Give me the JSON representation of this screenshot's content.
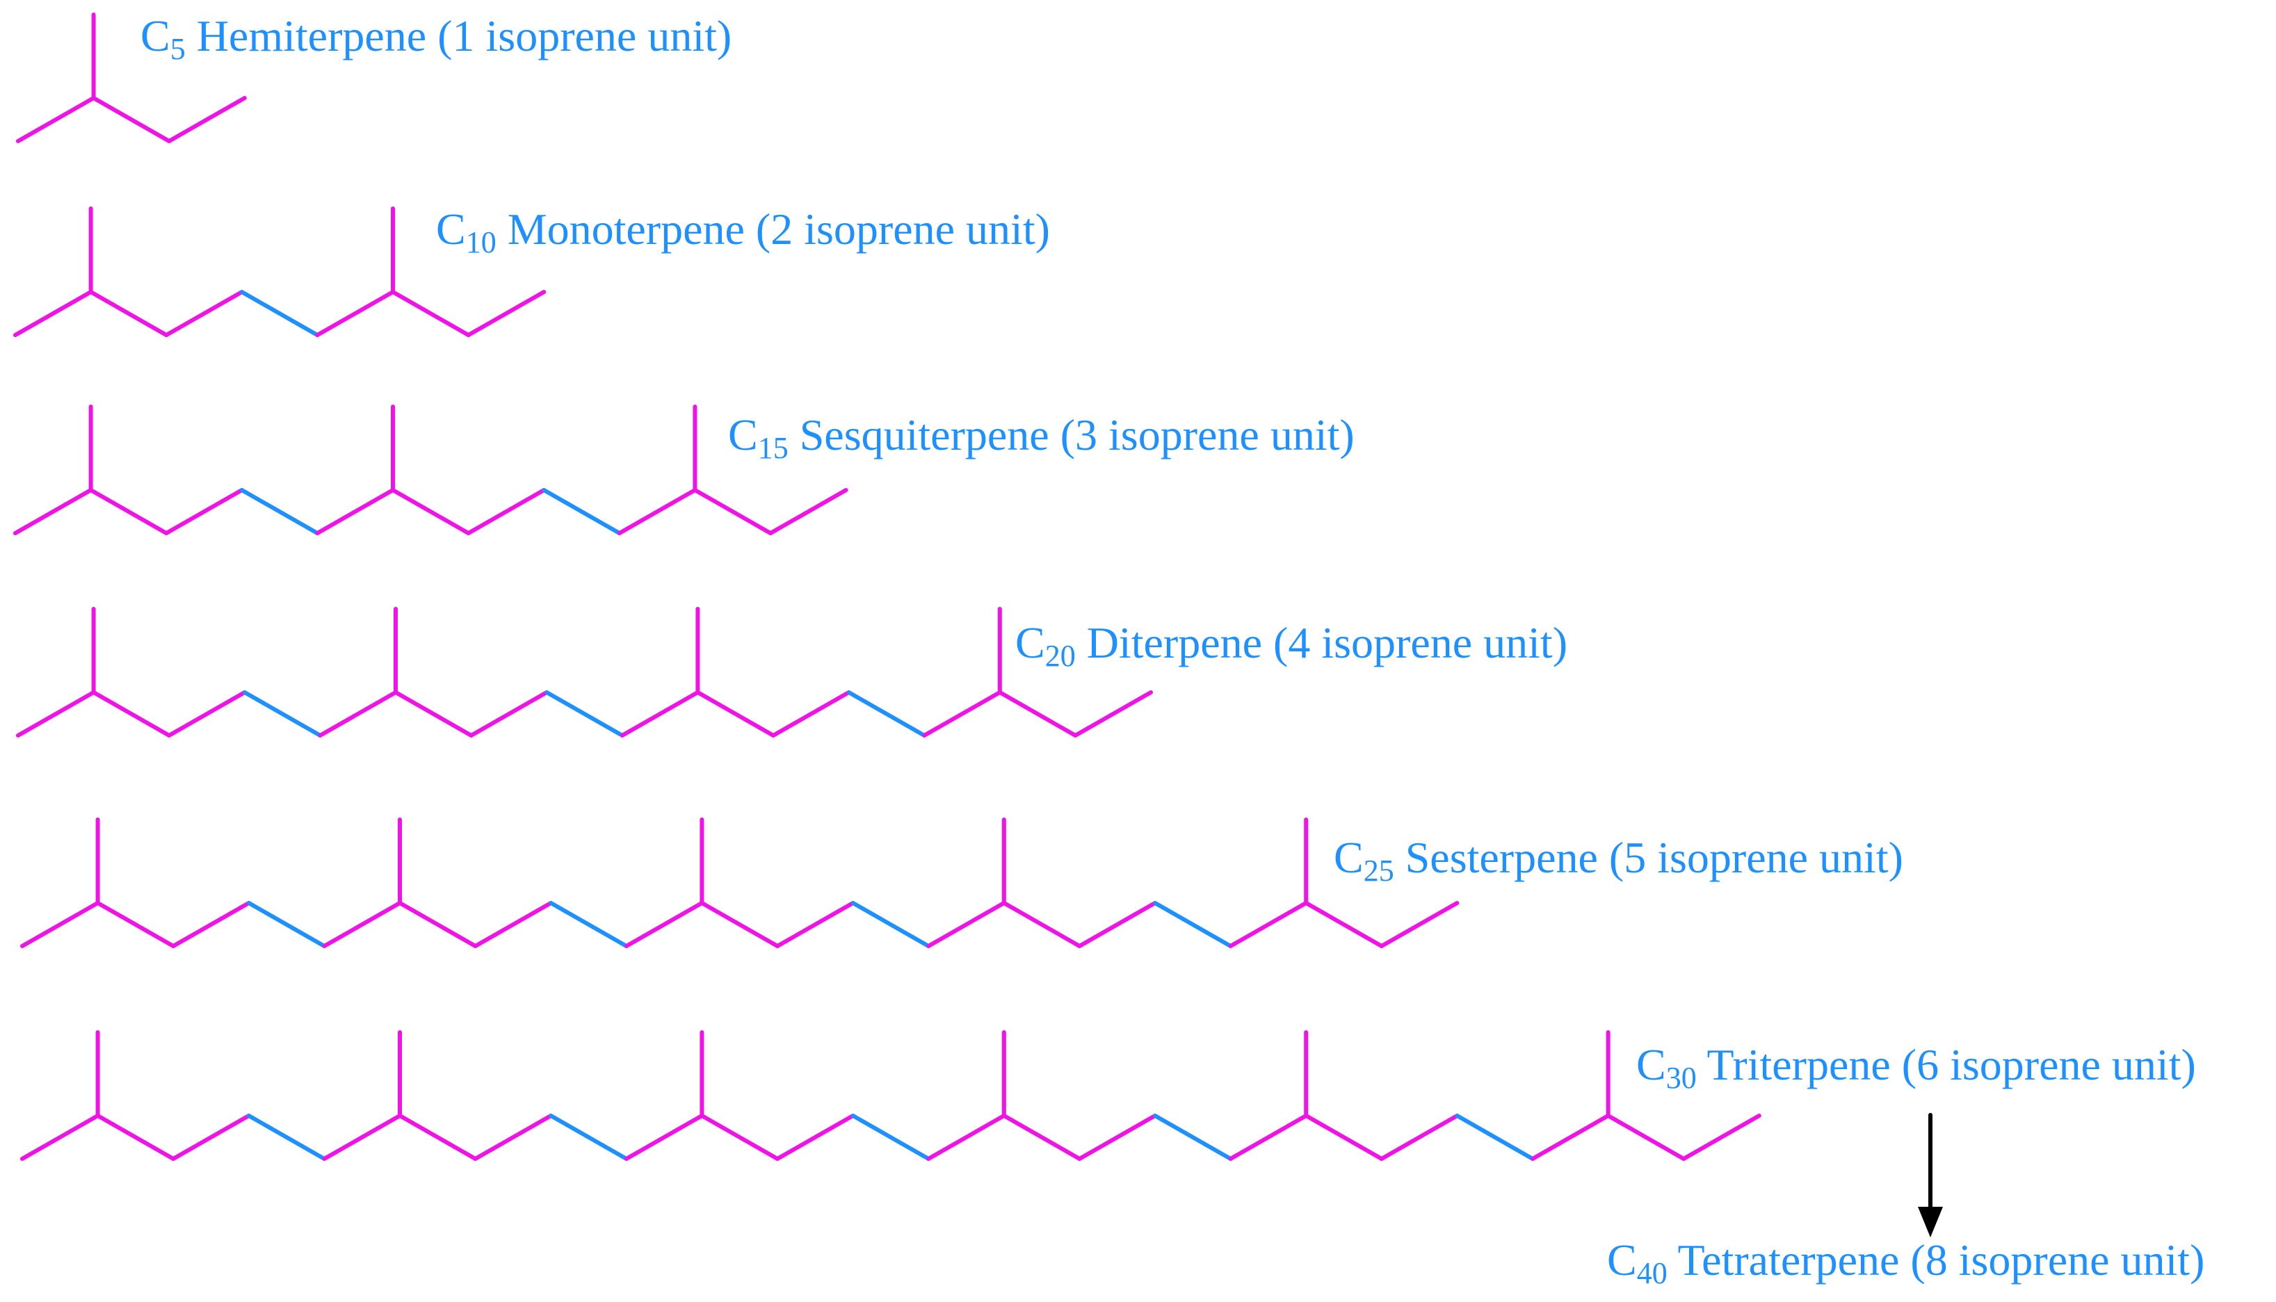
{
  "colors": {
    "unit_bond": "#f013e6",
    "link_bond": "#1e90ff",
    "label": "#1e90ff",
    "arrow": "#000000"
  },
  "rows": [
    {
      "units": 1,
      "prefix": "C",
      "sub": "5",
      "name": "Hemiterpene (1 isoprene unit)"
    },
    {
      "units": 2,
      "prefix": "C",
      "sub": "10",
      "name": "Monoterpene (2 isoprene unit)"
    },
    {
      "units": 3,
      "prefix": "C",
      "sub": "15",
      "name": "Sesquiterpene (3 isoprene unit)"
    },
    {
      "units": 4,
      "prefix": "C",
      "sub": "20",
      "name": "Diterpene (4 isoprene unit)"
    },
    {
      "units": 5,
      "prefix": "C",
      "sub": "25",
      "name": "Sesterpene (5 isoprene unit)"
    },
    {
      "units": 6,
      "prefix": "C",
      "sub": "30",
      "name": "Triterpene (6 isoprene unit)"
    }
  ],
  "final": {
    "prefix": "C",
    "sub": "40",
    "name": "Tetraterpene (8 isoprene unit)"
  }
}
